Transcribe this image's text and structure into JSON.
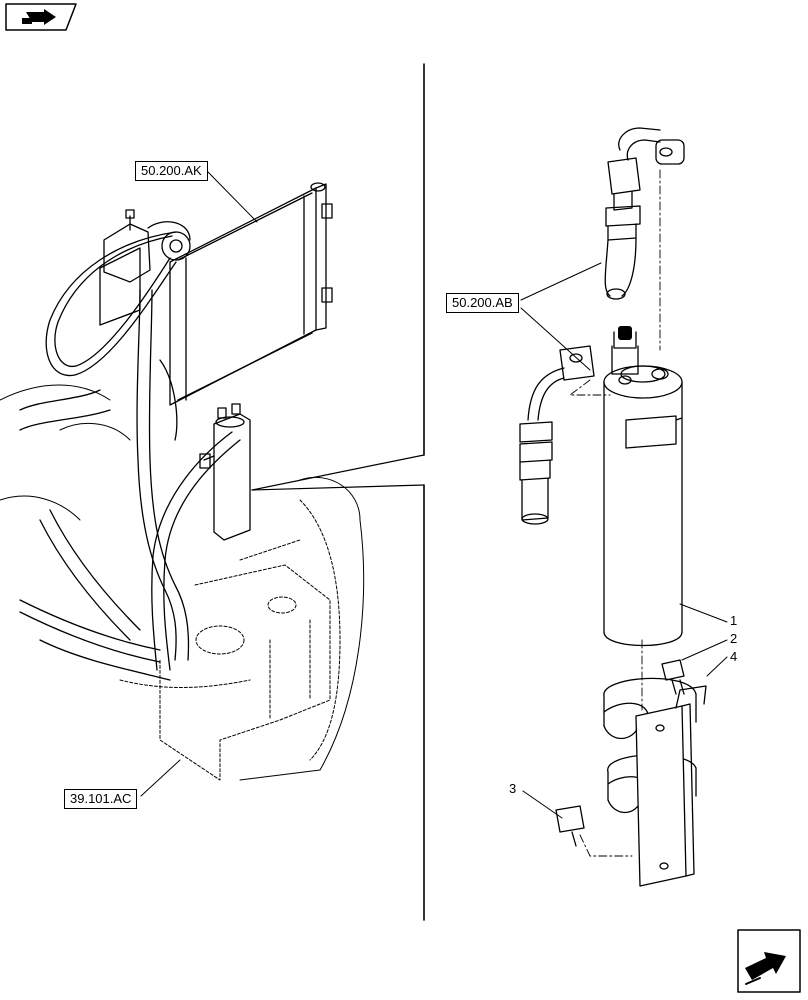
{
  "references": {
    "condenser": "50.200.AK",
    "lines": "50.200.AB",
    "frame": "39.101.AC"
  },
  "callouts": [
    "1",
    "2",
    "3",
    "4"
  ],
  "icons": {
    "top_left": "vehicle-front-arrow-icon",
    "bottom_right": "next-page-arrow-icon"
  }
}
